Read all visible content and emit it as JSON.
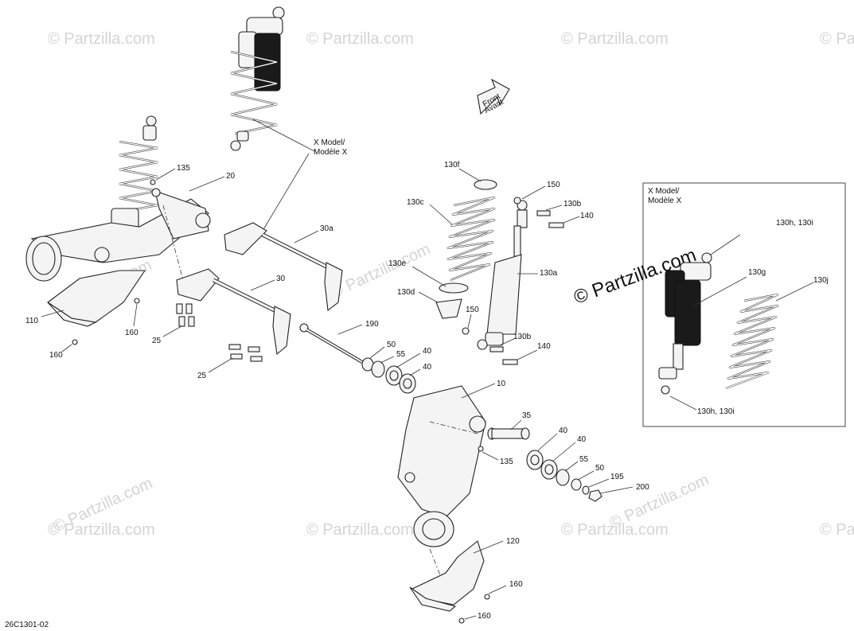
{
  "watermark": "© Partzilla.com",
  "diagram_code": "26C1301-02",
  "front_arrow": {
    "line1": "Front",
    "line2": "Avant"
  },
  "x_model_callout": {
    "line1": "X Model/",
    "line2": "Modèle X"
  },
  "inset": {
    "title_line1": "X Model/",
    "title_line2": "Modèle X",
    "watermark": "© Partzilla.com"
  },
  "labels": {
    "l135a": "135",
    "l20": "20",
    "l110": "110",
    "l160a": "160",
    "l160b": "160",
    "l25a": "25",
    "l25b": "25",
    "l30a": "30a",
    "l30": "30",
    "l190": "190",
    "l50a": "50",
    "l55a": "55",
    "l40a": "40",
    "l40b": "40",
    "l130f": "130f",
    "l130c": "130c",
    "l130e": "130e",
    "l130d": "130d",
    "l150a": "150",
    "l130b_a": "130b",
    "l140a": "140",
    "l130a": "130a",
    "l150b": "150",
    "l130b_b": "130b",
    "l140b": "140",
    "l10": "10",
    "l35": "35",
    "l135b": "135",
    "l40c": "40",
    "l40d": "40",
    "l55b": "55",
    "l50b": "50",
    "l195": "195",
    "l200": "200",
    "l120": "120",
    "l160c": "160",
    "l160d": "160",
    "l130hi_top": "130h, 130i",
    "l130g": "130g",
    "l130j": "130j",
    "l130hi_bot": "130h, 130i"
  }
}
